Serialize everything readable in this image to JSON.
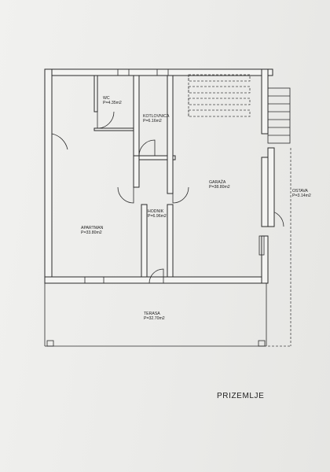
{
  "plan": {
    "title": "PRIZEMLJE",
    "rooms": [
      {
        "id": "wc",
        "name": "WC",
        "area": "P=4.35m2"
      },
      {
        "id": "kotlovnica",
        "name": "KOTLOVNICA",
        "area": "P=6.16m2"
      },
      {
        "id": "garaza",
        "name": "GARAŽA",
        "area": "P=38.80m2"
      },
      {
        "id": "ostava",
        "name": "OSTAVA",
        "area": "P=3.14m2"
      },
      {
        "id": "hodnik",
        "name": "HODNIK",
        "area": "P=6.96m2"
      },
      {
        "id": "apartman",
        "name": "APARTMAN",
        "area": "P=33.80m2"
      },
      {
        "id": "terasa",
        "name": "TERASA",
        "area": "P=32.70m2"
      }
    ]
  }
}
